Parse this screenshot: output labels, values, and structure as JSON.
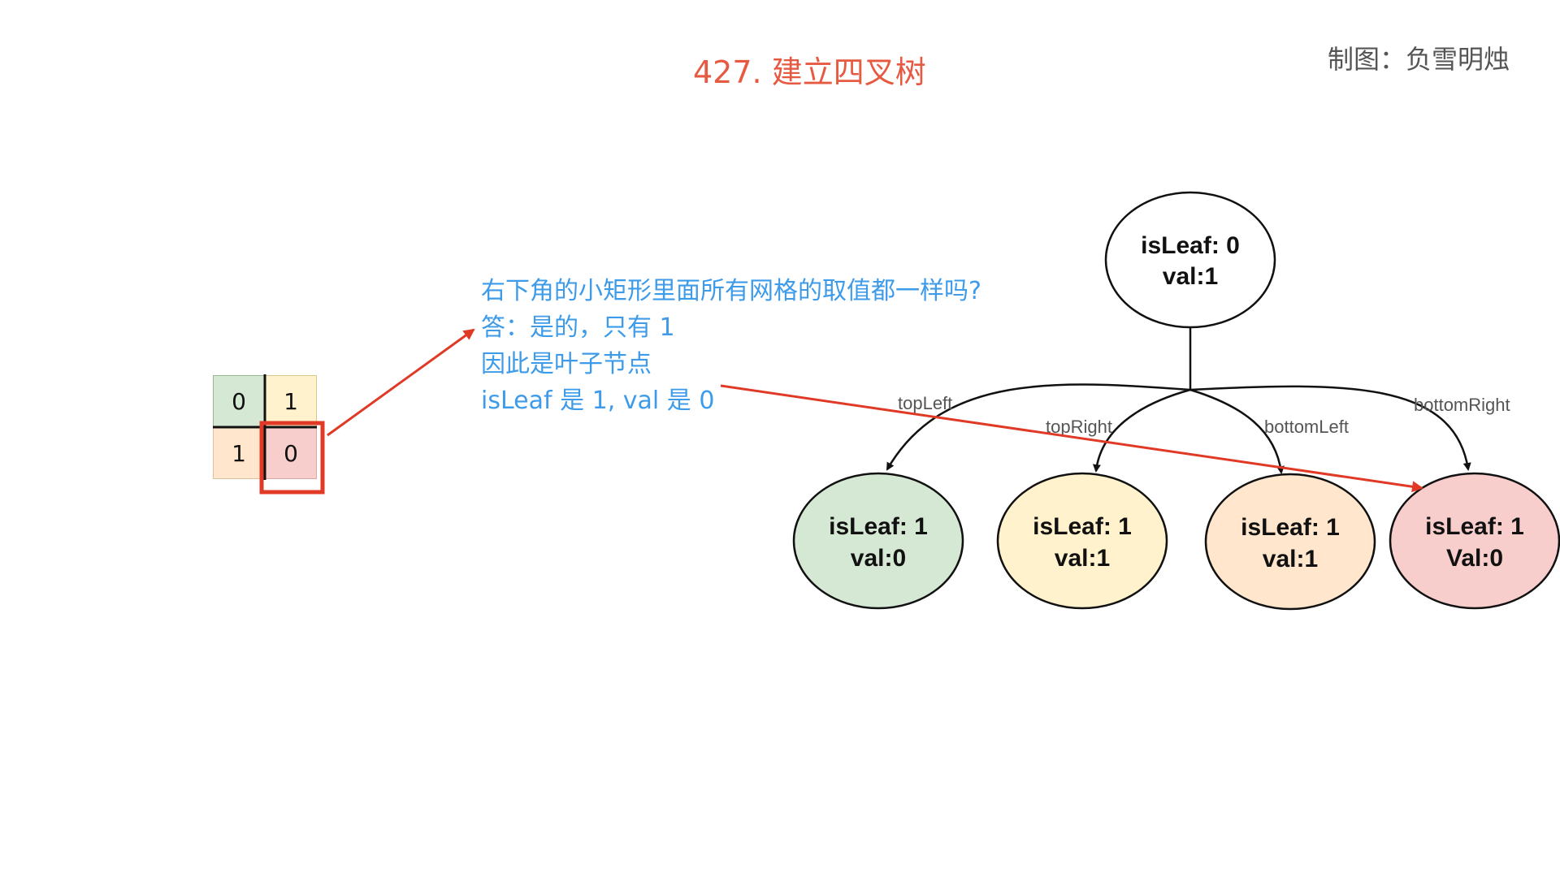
{
  "title": "427. 建立四叉树",
  "credit": "制图：负雪明烛",
  "question": {
    "line1": "右下角的小矩形里面所有网格的取值都一样吗?",
    "line2": "答：是的，只有 1",
    "line3": "因此是叶子节点",
    "line4": "isLeaf 是 1, val 是 0"
  },
  "grid": {
    "top_left": "0",
    "top_right": "1",
    "bottom_left": "1",
    "bottom_right": "0"
  },
  "tree": {
    "root": {
      "line1": "isLeaf: 0",
      "line2": "val:1"
    },
    "children": [
      {
        "edge": "topLeft",
        "line1": "isLeaf: 1",
        "line2": "val:0"
      },
      {
        "edge": "topRight",
        "line1": "isLeaf: 1",
        "line2": "val:1"
      },
      {
        "edge": "bottomLeft",
        "line1": "isLeaf: 1",
        "line2": "val:1"
      },
      {
        "edge": "bottomRight",
        "line1": "isLeaf: 1",
        "line2": "Val:0"
      }
    ]
  },
  "colors": {
    "title": "#e65a42",
    "question": "#3d9be9",
    "highlight": "#e03a26",
    "green": "#d5e8d4",
    "yellow": "#fff2cc",
    "peach": "#ffe6cc",
    "pink": "#f8cecc"
  }
}
